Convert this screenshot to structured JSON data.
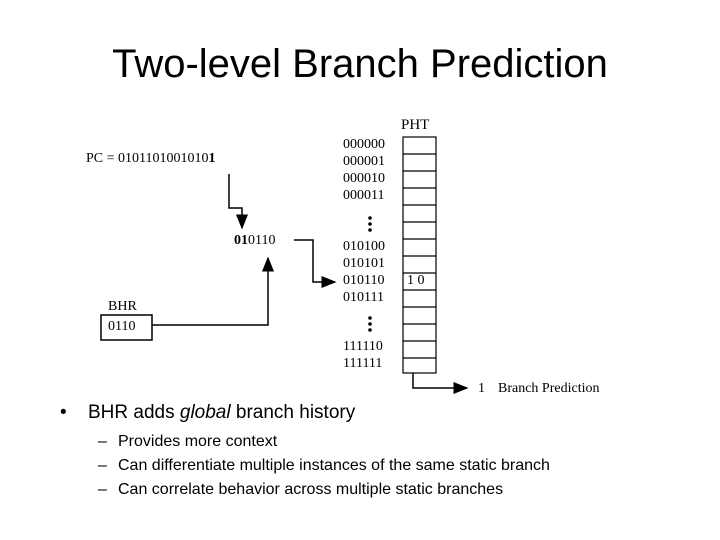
{
  "slide": {
    "title": "Two-level Branch Prediction"
  },
  "diagram": {
    "pht_label": "PHT",
    "pc_prefix": "PC = 0101101001010",
    "pc_bold_bits": "1",
    "index_bold_bits": "01",
    "index_rest": "0110",
    "bhr_label": "BHR",
    "bhr_value": "0110",
    "pht_indices": [
      "000000",
      "000001",
      "000010",
      "000011",
      "010100",
      "010101",
      "010110",
      "010111",
      "111110",
      "111111"
    ],
    "pht_entry_value": "1 0",
    "output_value": "1",
    "output_label": "Branch Prediction"
  },
  "bullets": [
    {
      "prefix": "BHR adds ",
      "emphasis": "global",
      "suffix": " branch history",
      "sub": [
        "Provides more context",
        "Can differentiate multiple instances of the same static branch",
        "Can correlate behavior across multiple static branches"
      ]
    }
  ]
}
